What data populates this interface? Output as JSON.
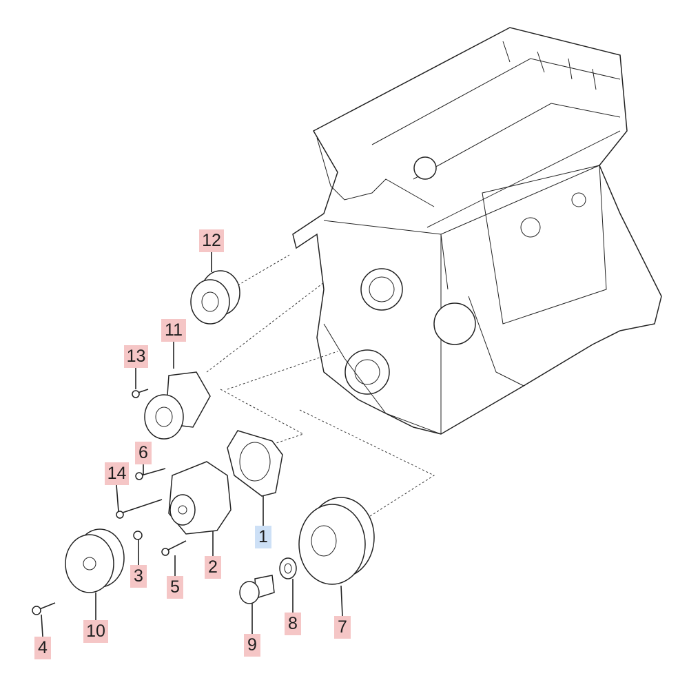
{
  "diagram": {
    "title": "Engine front parts exploded view",
    "selected_callout": "1",
    "colors": {
      "callout": "#f5c6c6",
      "selected_callout": "#cde0f6",
      "line": "#222222"
    },
    "callouts": [
      {
        "id": "12",
        "label": "12"
      },
      {
        "id": "11",
        "label": "11"
      },
      {
        "id": "13",
        "label": "13"
      },
      {
        "id": "6",
        "label": "6"
      },
      {
        "id": "14",
        "label": "14"
      },
      {
        "id": "1",
        "label": "1"
      },
      {
        "id": "3",
        "label": "3"
      },
      {
        "id": "2",
        "label": "2"
      },
      {
        "id": "5",
        "label": "5"
      },
      {
        "id": "10",
        "label": "10"
      },
      {
        "id": "4",
        "label": "4"
      },
      {
        "id": "9",
        "label": "9"
      },
      {
        "id": "8",
        "label": "8"
      },
      {
        "id": "7",
        "label": "7"
      }
    ]
  }
}
